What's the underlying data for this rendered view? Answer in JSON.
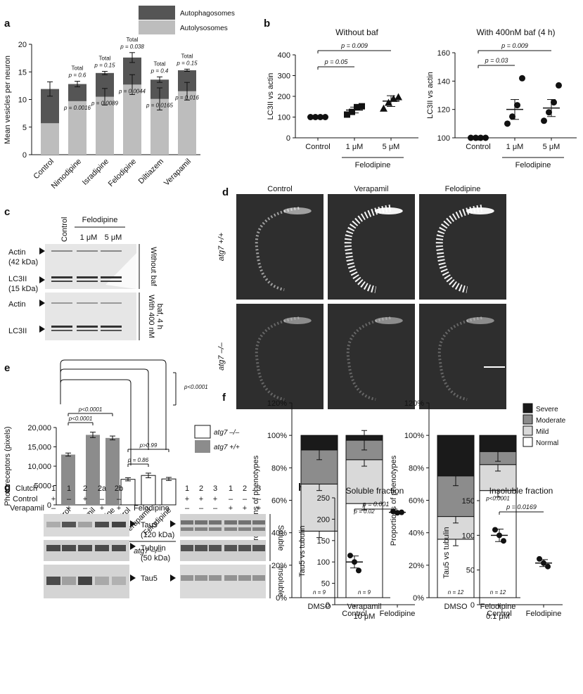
{
  "colors": {
    "autophagosomes": "#555555",
    "autolysosomes": "#bdbdbd",
    "bar_dark": "#8c8c8c",
    "severe": "#1a1a1a",
    "moderate": "#8c8c8c",
    "mild": "#d9d9d9",
    "normal": "#ffffff",
    "micro_bg": "#2e2e2e",
    "blot_bg": "#e6e6e6"
  },
  "panels": {
    "a": "a",
    "b": "b",
    "c": "c",
    "d": "d",
    "e": "e",
    "f": "f",
    "g": "g",
    "h": "h"
  },
  "chart_data": [
    {
      "id": "a",
      "type": "bar",
      "stacked": true,
      "ylabel": "Mean vesicles per neuron",
      "ylim": [
        0,
        20
      ],
      "yticks": [
        0,
        5,
        10,
        15,
        20
      ],
      "categories": [
        "Control",
        "Nimodipine",
        "Isradipine",
        "Felodipine",
        "Diltiazem",
        "Verapamil"
      ],
      "series": [
        {
          "name": "Autolysosomes",
          "values": [
            5.7,
            9.7,
            10.5,
            12.7,
            10.1,
            11.5
          ],
          "err": [
            0,
            0,
            1.5,
            1.8,
            2.0,
            1.6
          ]
        },
        {
          "name": "Autophagosomes",
          "values": [
            6.2,
            3.1,
            4.3,
            4.9,
            3.5,
            3.8
          ],
          "err": [
            1.3,
            0.5,
            0.3,
            0.9,
            0.5,
            0.2
          ]
        }
      ],
      "annot_top": [
        "",
        "Total",
        "Total",
        "Total",
        "Total",
        "Total"
      ],
      "annot_top_p": [
        "",
        "p = 0.6",
        "p = 0.15",
        "p = 0.038",
        "p = 0.4",
        "p = 0.15"
      ],
      "annot_mid": [
        "",
        "p = 0.0016",
        "p = 0.0089",
        "p = 0.0044",
        "p = 0.0165",
        "p = 0.016"
      ]
    },
    {
      "id": "b1",
      "type": "scatter",
      "title": "Without baf",
      "ylabel": "LC3II vs actin",
      "ylim": [
        0,
        400
      ],
      "yticks": [
        0,
        100,
        200,
        300,
        400
      ],
      "categories": [
        "Control",
        "1 μM",
        "5 μM"
      ],
      "group_label": "Felodipine",
      "points": [
        [
          100,
          100,
          100,
          100
        ],
        [
          112,
          125,
          148,
          152
        ],
        [
          140,
          168,
          187,
          195
        ]
      ],
      "means": [
        100,
        134,
        177
      ],
      "sems": [
        0,
        14,
        26
      ],
      "sig": [
        {
          "from": 0,
          "to": 1,
          "label": "p = 0.05"
        },
        {
          "from": 0,
          "to": 2,
          "label": "p = 0.009"
        }
      ]
    },
    {
      "id": "b2",
      "type": "scatter",
      "title": "With 400nM baf (4 h)",
      "ylabel": "LC3II vs actin",
      "ylim": [
        100,
        160
      ],
      "yticks": [
        100,
        120,
        140,
        160
      ],
      "categories": [
        "Control",
        "1 μM",
        "5 μM"
      ],
      "group_label": "Felodipine",
      "points": [
        [
          100,
          100,
          100,
          100
        ],
        [
          110,
          115,
          123,
          142
        ],
        [
          112,
          118,
          125,
          137
        ],
        []
      ],
      "means": [
        100,
        120,
        121
      ],
      "sems": [
        0,
        7,
        6
      ],
      "sig": [
        {
          "from": 0,
          "to": 1,
          "label": "p = 0.03"
        },
        {
          "from": 0,
          "to": 2,
          "label": "p = 0.009"
        }
      ]
    },
    {
      "id": "e",
      "type": "bar",
      "ylabel": "Photoreceptors (pixels)",
      "ylim": [
        0,
        20000
      ],
      "yticks": [
        "0",
        "5000",
        "10,000",
        "15,000",
        "20,000"
      ],
      "categories": [
        "Control",
        "Verapamil",
        "Felodipine",
        "Control",
        "Verapamil",
        "Felodipine"
      ],
      "values": [
        13000,
        18100,
        17300,
        6600,
        7600,
        6700
      ],
      "err": [
        400,
        700,
        500,
        400,
        600,
        400
      ],
      "groups": [
        "atg7 +/+",
        "atg7 –/–"
      ],
      "legend": [
        "atg7 –/–",
        "atg7 +/+"
      ],
      "sig": [
        {
          "label": "p<0.0001"
        },
        {
          "label": "p<0.0001"
        },
        {
          "label": "p>0.99"
        },
        {
          "label": "p = 0.86"
        },
        {
          "label": "p<0.0001"
        }
      ]
    },
    {
      "id": "f1",
      "type": "bar",
      "stacked": true,
      "ylabel": "Proportions of phenotypes",
      "ylim": [
        0,
        120
      ],
      "yticks": [
        "0%",
        "20%",
        "40%",
        "60%",
        "80%",
        "100%",
        "120%"
      ],
      "categories": [
        "DMSO",
        "Verapamil 10 μM"
      ],
      "series": [
        {
          "name": "Normal",
          "values": [
            41,
            58
          ]
        },
        {
          "name": "Mild",
          "values": [
            29,
            27
          ]
        },
        {
          "name": "Moderate",
          "values": [
            21,
            12
          ]
        },
        {
          "name": "Severe",
          "values": [
            9,
            3
          ]
        }
      ],
      "n": [
        "n = 9",
        "n = 9"
      ],
      "p": [
        "",
        "p = 0.02"
      ]
    },
    {
      "id": "f2",
      "type": "bar",
      "stacked": true,
      "ylabel": "Proportions of phenotypes",
      "ylim": [
        0,
        120
      ],
      "yticks": [
        "0%",
        "20%",
        "40%",
        "60%",
        "80%",
        "100%",
        "120%"
      ],
      "categories": [
        "DMSO",
        "Felodipine 0.1 μM"
      ],
      "series": [
        {
          "name": "Normal",
          "values": [
            36,
            66
          ]
        },
        {
          "name": "Mild",
          "values": [
            14,
            16
          ]
        },
        {
          "name": "Moderate",
          "values": [
            25,
            8
          ]
        },
        {
          "name": "Severe",
          "values": [
            25,
            10
          ]
        }
      ],
      "n": [
        "n = 12",
        "n = 12"
      ],
      "p": [
        "",
        "p<0.0001"
      ],
      "legend": [
        "Severe",
        "Moderate",
        "Mild",
        "Normal"
      ]
    },
    {
      "id": "h1",
      "type": "scatter",
      "title": "Soluble fraction",
      "ylabel": "Tau5 vs tubulin",
      "ylim": [
        0,
        250
      ],
      "yticks": [
        0,
        50,
        100,
        150,
        200,
        250
      ],
      "categories": [
        "Control",
        "Felodipine"
      ],
      "points": [
        [
          115,
          100,
          80
        ],
        [
          218,
          215,
          216
        ]
      ],
      "means": [
        100,
        216
      ],
      "sems": [
        14,
        2
      ],
      "sig": [
        {
          "label": "p = 0.001"
        }
      ]
    },
    {
      "id": "h2",
      "type": "scatter",
      "title": "Insoluble fraction",
      "ylabel": "Tau5 vs tubulin",
      "ylim": [
        0,
        150
      ],
      "yticks": [
        0,
        50,
        100,
        150
      ],
      "categories": [
        "Control",
        "Felodipine"
      ],
      "points": [
        [
          108,
          100,
          92
        ],
        [
          66,
          60,
          55
        ]
      ],
      "means": [
        100,
        60
      ],
      "sems": [
        9,
        5
      ],
      "sig": [
        {
          "label": "p = 0.0169"
        }
      ]
    }
  ],
  "panel_c": {
    "header": "Felodipine",
    "lanes": [
      "Control",
      "1 μM",
      "5 μM"
    ],
    "left_labels": [
      "Actin",
      "(42 kDa)",
      "LC3II",
      "(15 kDa)",
      "Actin",
      "LC3II"
    ],
    "side_labels": [
      "Without baf",
      "With 400 nM",
      "baf, 4 h"
    ]
  },
  "panel_d": {
    "columns": [
      "Control",
      "Verapamil",
      "Felodipine"
    ],
    "rows": [
      "atg7 +/+",
      "atg7 –/–"
    ]
  },
  "panel_g": {
    "row_labels": [
      "Clutch",
      "Control",
      "Verapamil"
    ],
    "clutch_left": [
      "1",
      "1",
      "2",
      "2a",
      "2b"
    ],
    "control_left": [
      "+",
      "–",
      "+",
      "–",
      "–"
    ],
    "verapamil_left": [
      "–",
      "+",
      "–",
      "+",
      "+"
    ],
    "felodipine_label": "Felodipine",
    "clutch_right": [
      "1",
      "2",
      "3",
      "1",
      "2",
      "3"
    ],
    "control_right": [
      "+",
      "+",
      "+",
      "–",
      "–",
      "–"
    ],
    "felodipine_right": [
      "–",
      "–",
      "–",
      "+",
      "+",
      "+"
    ],
    "band_labels": [
      "Tau5",
      "(120 kDa)",
      "Tubulin",
      "(50 kDa)",
      "Tau5"
    ],
    "side_labels": [
      "Soluble",
      "Insoluble"
    ]
  }
}
